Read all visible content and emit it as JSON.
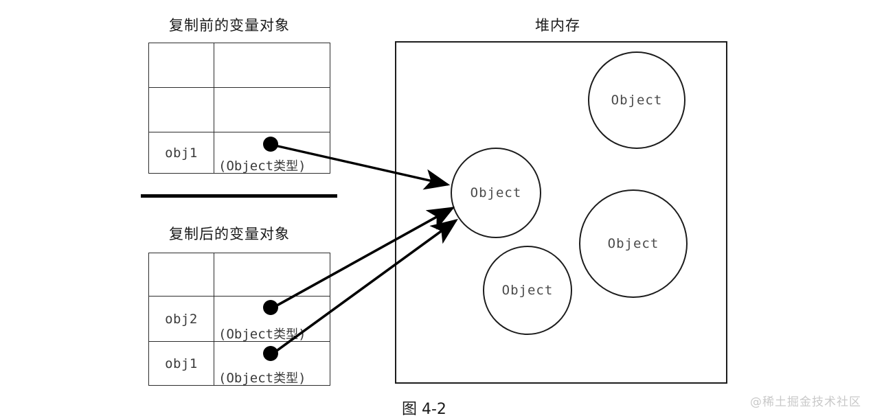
{
  "diagram": {
    "caption": "图    4-2",
    "watermark": "@稀土掘金技术社区",
    "before": {
      "title": "复制前的变量对象",
      "rows": [
        {
          "name": "",
          "value": "",
          "has_pointer": false
        },
        {
          "name": "",
          "value": "",
          "has_pointer": false
        },
        {
          "name": "obj1",
          "value_prefix": "(Object",
          "value_cn": "类型",
          "value_suffix": ")",
          "has_pointer": true
        }
      ]
    },
    "after": {
      "title": "复制后的变量对象",
      "rows": [
        {
          "name": "",
          "value": "",
          "has_pointer": false
        },
        {
          "name": "obj2",
          "value_prefix": "(Object",
          "value_cn": "类型",
          "value_suffix": ")",
          "has_pointer": true
        },
        {
          "name": "obj1",
          "value_prefix": "(Object",
          "value_cn": "类型",
          "value_suffix": ")",
          "has_pointer": true
        }
      ]
    },
    "heap": {
      "title": "堆内存",
      "objects": [
        {
          "label": "Object",
          "id": "heap-object-top-right"
        },
        {
          "label": "Object",
          "id": "heap-object-center"
        },
        {
          "label": "Object",
          "id": "heap-object-bottom-right"
        },
        {
          "label": "Object",
          "id": "heap-object-bottom-left"
        }
      ]
    },
    "references": [
      {
        "from": "before-obj1",
        "to": "heap-object-center"
      },
      {
        "from": "after-obj2",
        "to": "heap-object-center"
      },
      {
        "from": "after-obj1",
        "to": "heap-object-center"
      }
    ],
    "colors": {
      "stroke": "#1c1c1c",
      "pointer_dot": "#000000",
      "text": "#3a3a3a",
      "watermark": "#c9c9c9"
    }
  }
}
